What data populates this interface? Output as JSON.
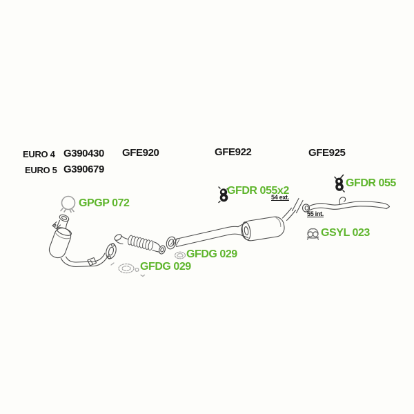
{
  "page": {
    "background": "#fdfdfa"
  },
  "colors": {
    "part_label_green": "#5eb52c",
    "text_black": "#161616",
    "drawing_line_gray": "#4b4b4b",
    "light_part_gray": "#9d9d9d"
  },
  "header": {
    "euro4_label": "EURO 4",
    "euro4_code": "G390430",
    "euro5_label": "EURO 5",
    "euro5_code": "G390679",
    "system_codes": {
      "front": "GFE920",
      "centre": "GFE922",
      "rear": "GFE925"
    }
  },
  "part_labels": {
    "clamp": "GPGP 072",
    "mount_centre": "GFDR 055x2",
    "mount_rear": "GFDR 055",
    "bracket": "GSYL 023",
    "gasket_mid": "GFDG 029",
    "gasket_front": "GFDG 029"
  },
  "dimensions": {
    "pipe_ext": "54 ext.",
    "pipe_int": "55 int."
  }
}
